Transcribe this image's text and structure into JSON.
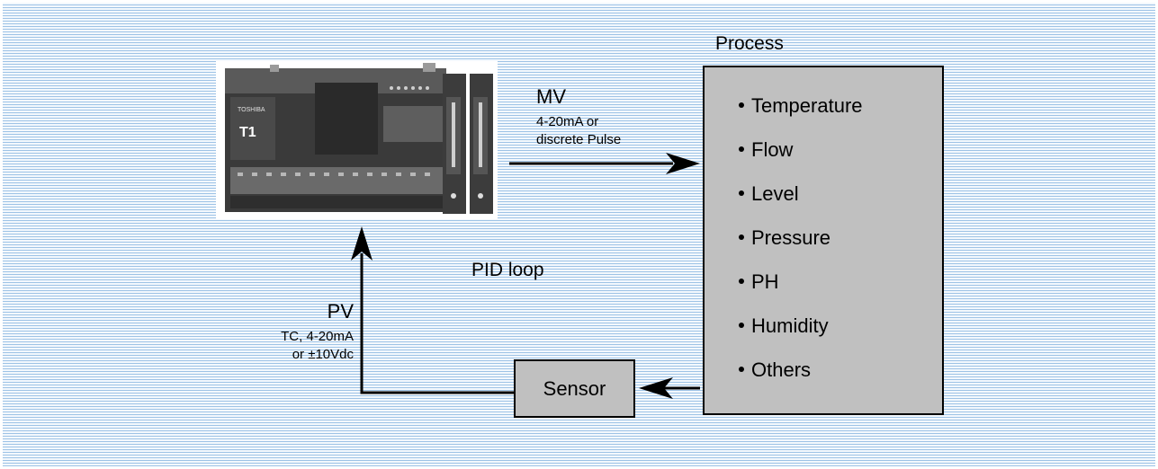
{
  "process": {
    "title": "Process",
    "items": [
      "Temperature",
      "Flow",
      "Level",
      "Pressure",
      "PH",
      "Humidity",
      "Others"
    ]
  },
  "mv": {
    "title": "MV",
    "line1": "4-20mA or",
    "line2": "discrete Pulse"
  },
  "pv": {
    "title": "PV",
    "line1": "TC, 4-20mA",
    "line2": "or ±10Vdc"
  },
  "loop_label": "PID loop",
  "sensor_label": "Sensor",
  "controller": {
    "brand": "TOSHIBA",
    "model": "T1"
  },
  "colors": {
    "box_fill": "#c0c0c0",
    "stripe": "#9ec3e6",
    "background": "#f3f8fd"
  }
}
